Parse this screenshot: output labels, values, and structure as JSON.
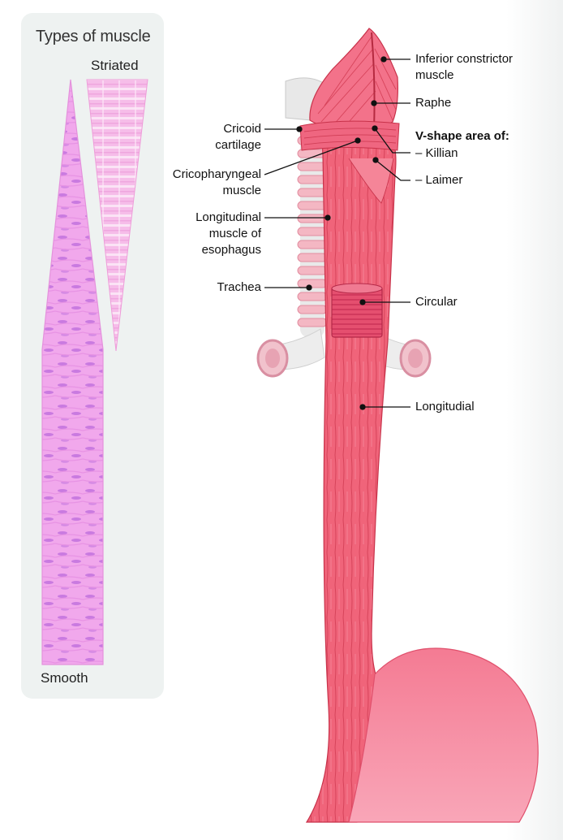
{
  "panel": {
    "title": "Types of muscle",
    "striated": "Striated",
    "smooth": "Smooth"
  },
  "labels": {
    "inferior_constrictor": [
      "Inferior constrictor",
      "muscle"
    ],
    "raphe": "Raphe",
    "v_shape_heading": "V-shape area of:",
    "killian": "– Killian",
    "laimer": "– Laimer",
    "cricoid": [
      "Cricoid",
      "cartilage"
    ],
    "cricopharyngeal": [
      "Cricopharyngeal",
      "muscle"
    ],
    "longitudinal_esophagus": [
      "Longitudinal",
      "muscle of",
      "esophagus"
    ],
    "trachea": "Trachea",
    "circular": "Circular",
    "longitudial": "Longitudial"
  },
  "colors": {
    "muscle_red": "#f0647a",
    "muscle_dark": "#c8324a",
    "smooth_pink": "#ef9be6",
    "striated_pink": "#f7bfea",
    "stomach_pink": "#f7829a",
    "cartilage": "#e6e6e6"
  }
}
